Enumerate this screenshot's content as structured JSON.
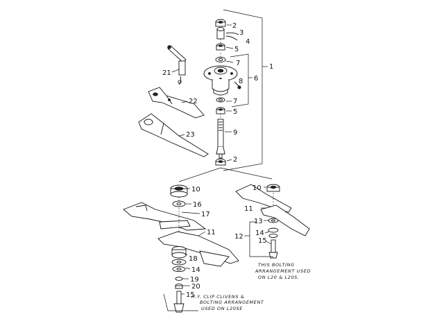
{
  "callouts": {
    "c1": "1",
    "c2_top": "2",
    "c3": "3",
    "c4": "4",
    "c5_top": "5",
    "c7_top": "7",
    "c6": "6",
    "c8": "8",
    "c7_bot": "7",
    "c5_bot": "5",
    "c9": "9",
    "c2_bot": "2",
    "c21": "21",
    "c22": "22",
    "c23": "23",
    "l10": "10",
    "l16": "16",
    "l17": "17",
    "l11": "11",
    "l18": "18",
    "l14": "14",
    "l19": "19",
    "l20": "20",
    "l15": "15",
    "r10": "10",
    "r11": "11",
    "r12": "12",
    "r13": "13",
    "r14": "14",
    "r15": "15"
  },
  "notes": {
    "right_line1": "THIS BOLTING",
    "right_line2": "ARRANGEMENT USED",
    "right_line3": "ON L20 & L20S.",
    "left_line1": "H.Y. CLIP CLIVENS &",
    "left_line2": "BOLTING ARRANGEMENT",
    "left_line3": "USED ON L20SE"
  }
}
